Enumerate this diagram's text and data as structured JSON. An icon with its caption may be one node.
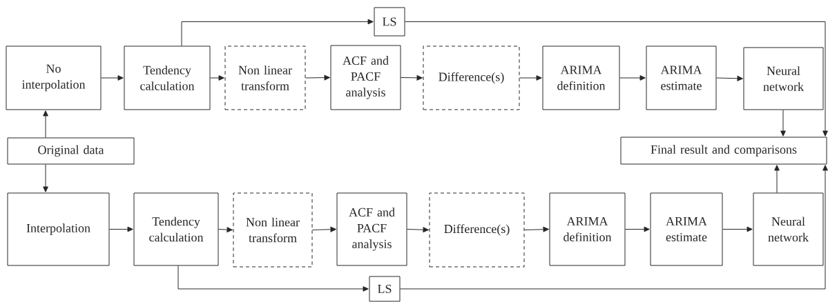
{
  "diagram": {
    "nodes": [
      {
        "text": [
          "No interpolation"
        ]
      },
      {
        "text": [
          "Tendency calculation"
        ]
      },
      {
        "text": [
          "Non linear transform"
        ]
      },
      {
        "text": [
          "ACF and PACF analysis"
        ]
      },
      {
        "text": [
          "Difference(s)"
        ]
      },
      {
        "text": [
          "ARIMA definition"
        ]
      },
      {
        "text": [
          "ARIMA estimate"
        ]
      },
      {
        "text": [
          "Neural network"
        ]
      },
      {
        "text": [
          "LS"
        ]
      },
      {
        "text": [
          "Original data"
        ]
      },
      {
        "text": [
          "Final result and comparisons"
        ]
      },
      {
        "text": [
          "Interpolation"
        ]
      },
      {
        "text": [
          "Tendency calculation"
        ]
      },
      {
        "text": [
          "Non linear transform"
        ]
      },
      {
        "text": [
          "ACF and PACF analysis"
        ]
      },
      {
        "text": [
          "Difference(s)"
        ]
      },
      {
        "text": [
          "ARIMA definition"
        ]
      },
      {
        "text": [
          "ARIMA estimate"
        ]
      },
      {
        "text": [
          "Neural network"
        ]
      },
      {
        "text": [
          "LS"
        ]
      }
    ],
    "edges": [
      {
        "from": 9,
        "to": 0,
        "arrow": "to"
      },
      {
        "from": 9,
        "to": 11,
        "arrow": "to"
      },
      {
        "from": 0,
        "to": 1,
        "arrow": "to"
      },
      {
        "from": 1,
        "to": 2,
        "arrow": "to"
      },
      {
        "from": 2,
        "to": 3,
        "arrow": "to"
      },
      {
        "from": 3,
        "to": 4,
        "arrow": "to"
      },
      {
        "from": 4,
        "to": 5,
        "arrow": "to"
      },
      {
        "from": 5,
        "to": 6,
        "arrow": "to"
      },
      {
        "from": 6,
        "to": 7,
        "arrow": "to"
      },
      {
        "from": 1,
        "to": 8,
        "arrow": "to"
      },
      {
        "from": 8,
        "to": 10,
        "arrow": "to"
      },
      {
        "from": 7,
        "to": 10,
        "arrow": "to"
      },
      {
        "from": 11,
        "to": 12,
        "arrow": "to"
      },
      {
        "from": 12,
        "to": 13,
        "arrow": "to"
      },
      {
        "from": 13,
        "to": 14,
        "arrow": "to"
      },
      {
        "from": 14,
        "to": 15,
        "arrow": "to"
      },
      {
        "from": 15,
        "to": 16,
        "arrow": "to"
      },
      {
        "from": 16,
        "to": 17,
        "arrow": "to"
      },
      {
        "from": 17,
        "to": 18,
        "arrow": "to"
      },
      {
        "from": 18,
        "to": 10,
        "arrow": "to"
      },
      {
        "from": 12,
        "to": 19,
        "arrow": "to"
      },
      {
        "from": 19,
        "to": 10,
        "arrow": "to"
      }
    ]
  }
}
